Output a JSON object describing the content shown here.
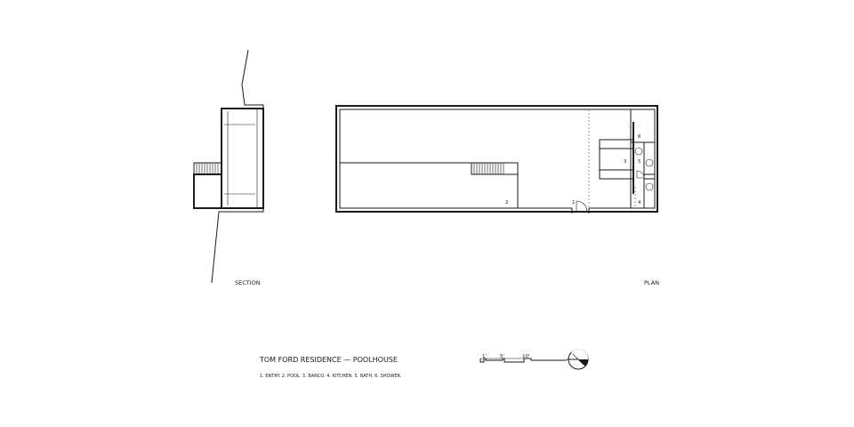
{
  "labels": {
    "section": "SECTION",
    "plan": "PLAN",
    "title": "TOM FORD RESIDENCE — POOLHOUSE",
    "legend": "1. ENTRY.   2. POOL.   3. BANCO.   4. KITCHEN.   5. BATH.   6. SHOWER."
  },
  "plan_numbers": {
    "n1": "1",
    "n2": "2",
    "n3": "3",
    "n4": "4",
    "n5": "5",
    "n6": "6"
  },
  "scale_bar": {
    "t1": "1'",
    "t5": "5'",
    "t10": "10'"
  },
  "colors": {
    "ink": "#1a1a1a",
    "background": "#ffffff"
  }
}
